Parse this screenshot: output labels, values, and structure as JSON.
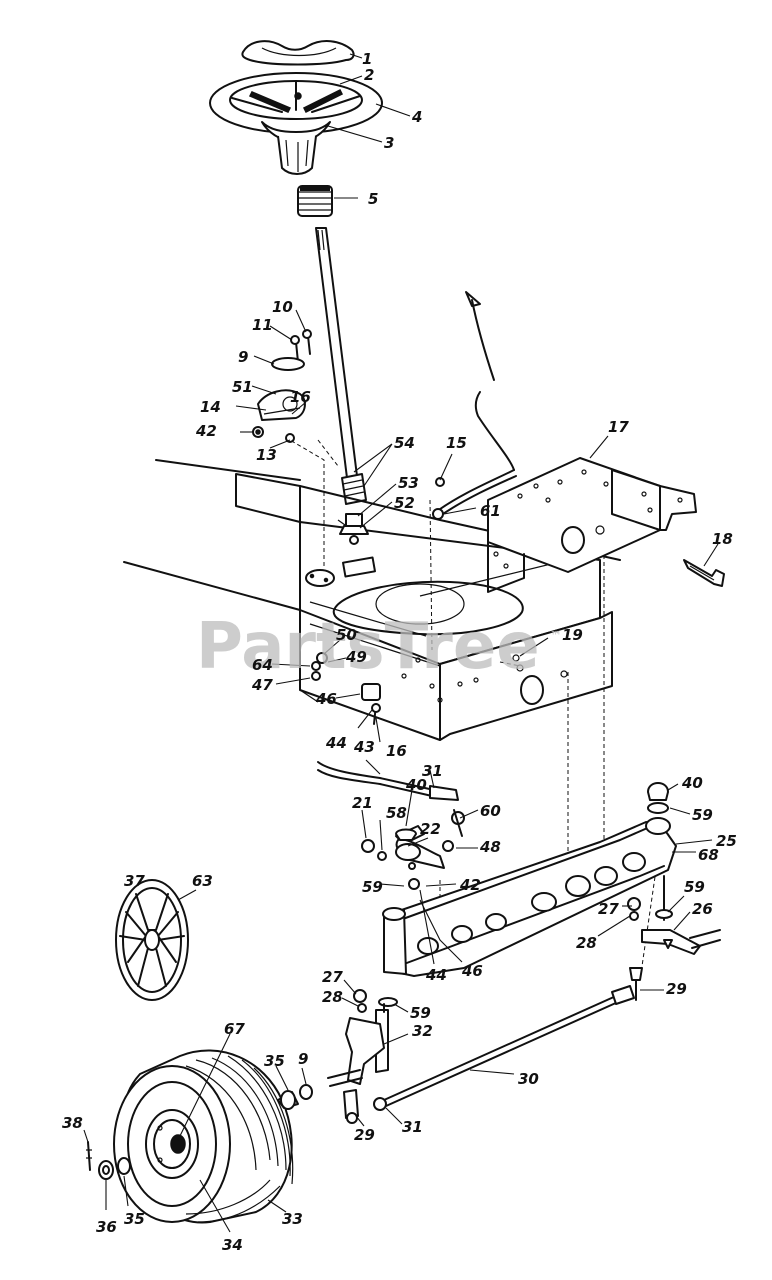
{
  "watermark": {
    "text": "PartsTree",
    "mark": "™"
  },
  "callouts": [
    {
      "id": "c1",
      "text": "1"
    },
    {
      "id": "c2",
      "text": "2"
    },
    {
      "id": "c4",
      "text": "4"
    },
    {
      "id": "c3",
      "text": "3"
    },
    {
      "id": "c5",
      "text": "5"
    },
    {
      "id": "c10",
      "text": "10"
    },
    {
      "id": "c11",
      "text": "11"
    },
    {
      "id": "c9a",
      "text": "9"
    },
    {
      "id": "c51",
      "text": "51"
    },
    {
      "id": "c16a",
      "text": "16"
    },
    {
      "id": "c14",
      "text": "14"
    },
    {
      "id": "c42a",
      "text": "42"
    },
    {
      "id": "c13",
      "text": "13"
    },
    {
      "id": "c54",
      "text": "54"
    },
    {
      "id": "c15",
      "text": "15"
    },
    {
      "id": "c17",
      "text": "17"
    },
    {
      "id": "c53",
      "text": "53"
    },
    {
      "id": "c52",
      "text": "52"
    },
    {
      "id": "c61",
      "text": "61"
    },
    {
      "id": "c18",
      "text": "18"
    },
    {
      "id": "c50",
      "text": "50"
    },
    {
      "id": "c49",
      "text": "49"
    },
    {
      "id": "c64",
      "text": "64"
    },
    {
      "id": "c47",
      "text": "47"
    },
    {
      "id": "c19",
      "text": "19"
    },
    {
      "id": "c46a",
      "text": "46"
    },
    {
      "id": "c44a",
      "text": "44"
    },
    {
      "id": "c43",
      "text": "43"
    },
    {
      "id": "c16b",
      "text": "16"
    },
    {
      "id": "c31a",
      "text": "31"
    },
    {
      "id": "c40a",
      "text": "40"
    },
    {
      "id": "c21",
      "text": "21"
    },
    {
      "id": "c58",
      "text": "58"
    },
    {
      "id": "c60",
      "text": "60"
    },
    {
      "id": "c22",
      "text": "22"
    },
    {
      "id": "c48",
      "text": "48"
    },
    {
      "id": "c40b",
      "text": "40"
    },
    {
      "id": "c59a",
      "text": "59"
    },
    {
      "id": "c25",
      "text": "25"
    },
    {
      "id": "c68",
      "text": "68"
    },
    {
      "id": "c37",
      "text": "37"
    },
    {
      "id": "c63",
      "text": "63"
    },
    {
      "id": "c59b",
      "text": "59"
    },
    {
      "id": "c42b",
      "text": "42"
    },
    {
      "id": "c59c",
      "text": "59"
    },
    {
      "id": "c27a",
      "text": "27"
    },
    {
      "id": "c26",
      "text": "26"
    },
    {
      "id": "c28a",
      "text": "28"
    },
    {
      "id": "c44b",
      "text": "44"
    },
    {
      "id": "c46b",
      "text": "46"
    },
    {
      "id": "c27b",
      "text": "27"
    },
    {
      "id": "c28b",
      "text": "28"
    },
    {
      "id": "c59d",
      "text": "59"
    },
    {
      "id": "c29a",
      "text": "29"
    },
    {
      "id": "c67",
      "text": "67"
    },
    {
      "id": "c32",
      "text": "32"
    },
    {
      "id": "c35a",
      "text": "35"
    },
    {
      "id": "c9b",
      "text": "9"
    },
    {
      "id": "c30",
      "text": "30"
    },
    {
      "id": "c38",
      "text": "38"
    },
    {
      "id": "c29b",
      "text": "29"
    },
    {
      "id": "c31b",
      "text": "31"
    },
    {
      "id": "c36",
      "text": "36"
    },
    {
      "id": "c35b",
      "text": "35"
    },
    {
      "id": "c34",
      "text": "34"
    },
    {
      "id": "c33",
      "text": "33"
    }
  ]
}
